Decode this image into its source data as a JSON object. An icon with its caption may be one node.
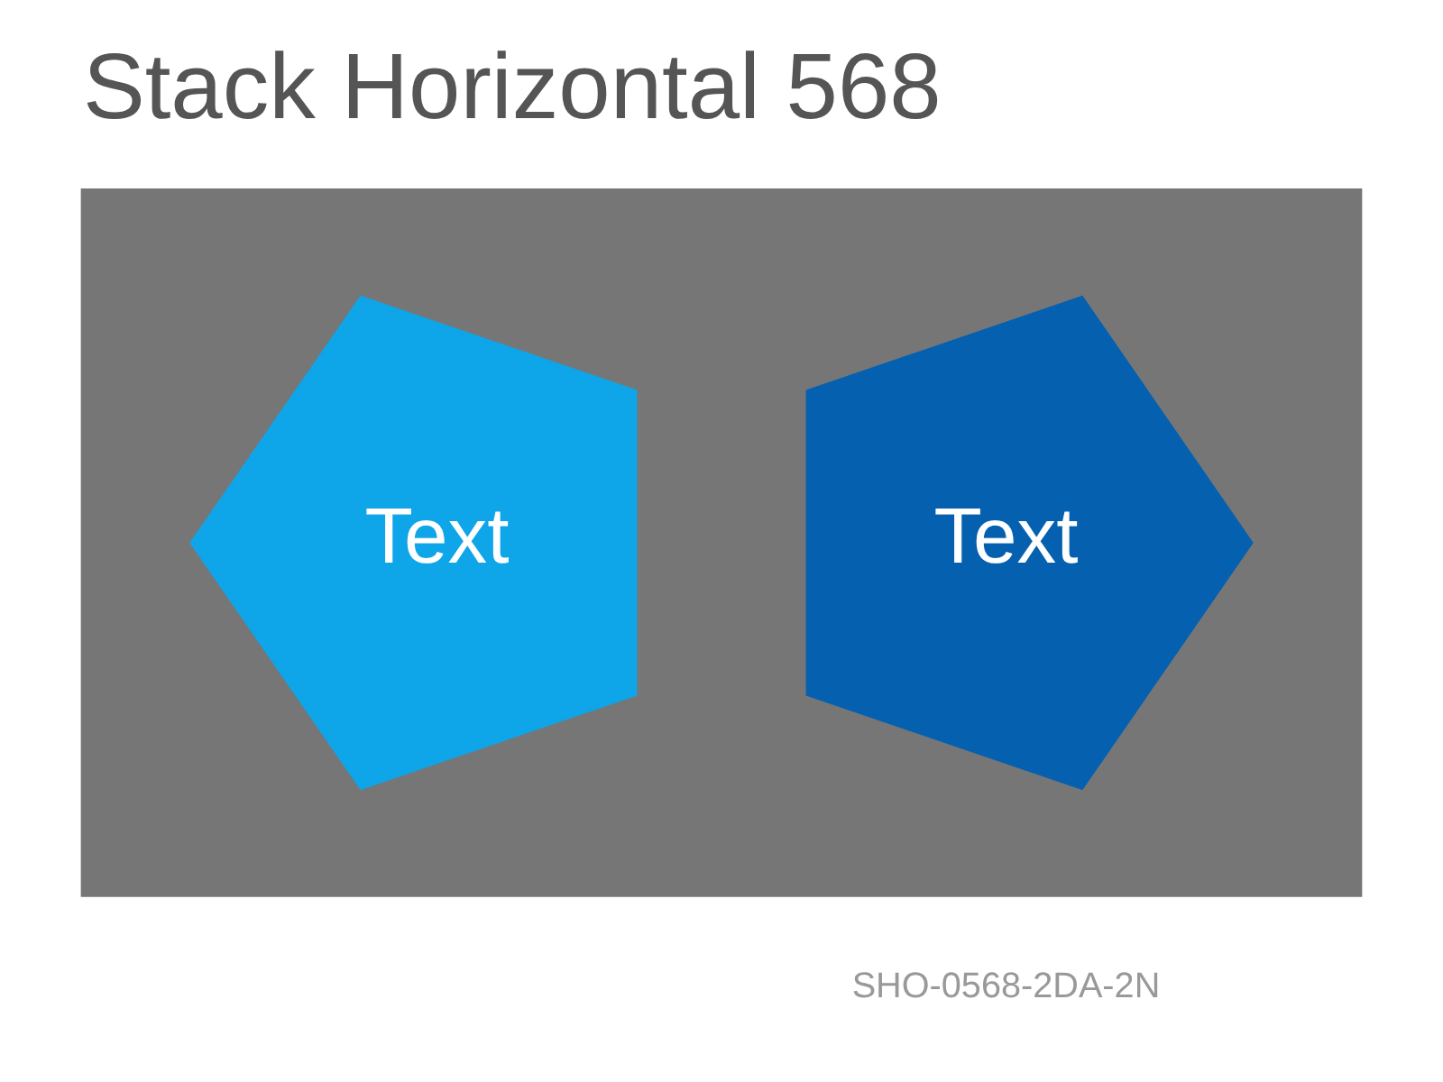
{
  "diagram": {
    "title": "Stack Horizontal 568",
    "nodes": [
      {
        "text": [],
        "shape": "polygon"
      },
      {
        "text": [
          "Text"
        ],
        "in": 0
      },
      {
        "text": [
          "Text"
        ],
        "in": 0
      }
    ],
    "edges": [],
    "labels": [
      "SHO-0568-2DA-2N"
    ]
  }
}
